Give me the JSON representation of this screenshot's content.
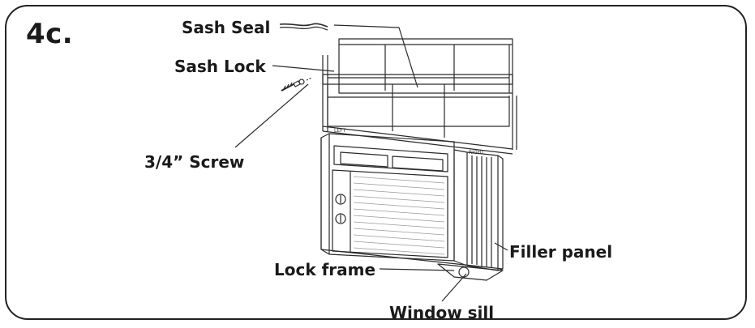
{
  "step_label": "4c.",
  "labels": {
    "sash_seal": "Sash Seal",
    "sash_lock": "Sash Lock",
    "screw": "3/4” Screw",
    "filler_panel": "Filler panel",
    "lock_frame": "Lock frame",
    "window_sill": "Window sill"
  },
  "side_marks": {
    "left": "LEFT",
    "right": "RIGHT"
  },
  "colors": {
    "line": "#2a2a2a",
    "light_line": "#777777",
    "grille": "#9a9a9a"
  }
}
